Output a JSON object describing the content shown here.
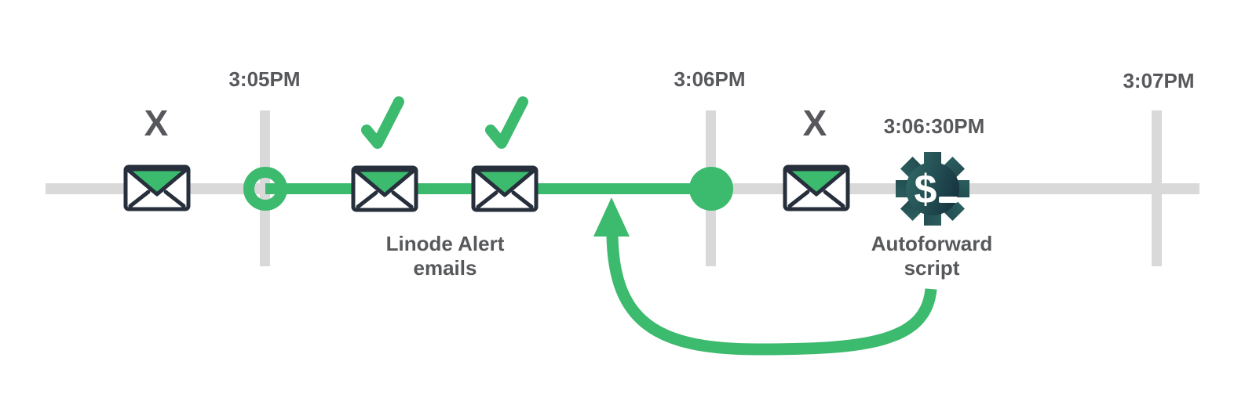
{
  "diagram": {
    "type": "timeline",
    "description_colors": {
      "accent_green": "#3cba6e",
      "track_gray": "#d9d9d9",
      "text_gray": "#57585b",
      "envelope_outline": "#262f3b",
      "gear_gradient_start": "#346f6a",
      "gear_gradient_end": "#112a39"
    },
    "ticks": [
      {
        "label": "3:05PM"
      },
      {
        "label": "3:06PM"
      },
      {
        "label": "3:07PM"
      }
    ],
    "events": {
      "blocked_email_1": {
        "marker": "X"
      },
      "delivered_email_1": {
        "status": "check"
      },
      "delivered_email_2": {
        "status": "check"
      },
      "blocked_email_2": {
        "marker": "X"
      }
    },
    "labels": {
      "alert_line1": "Linode Alert",
      "alert_line2": "emails",
      "script_time": "3:06:30PM",
      "script_line1": "Autoforward",
      "script_line2": "script"
    },
    "gear": {
      "glyph": "$"
    }
  }
}
